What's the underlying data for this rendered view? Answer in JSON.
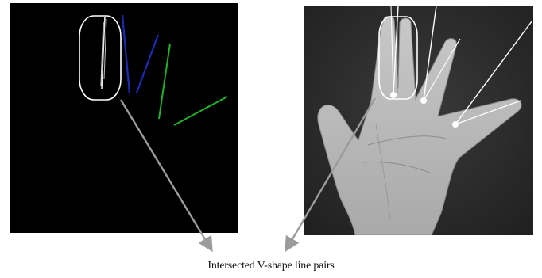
{
  "caption": "Intersected V-shape line pairs",
  "colors": {
    "highlight": "#ffffff",
    "pointer_arrow": "#9b9b9b",
    "line_blue": "#1c2bb0",
    "line_green": "#22b02a",
    "left_background": "#000000",
    "right_background": "#2d2d2d",
    "hand_skin": "#b9b9b9"
  },
  "icons": [
    "pointer-arrow",
    "pointer-arrow"
  ]
}
